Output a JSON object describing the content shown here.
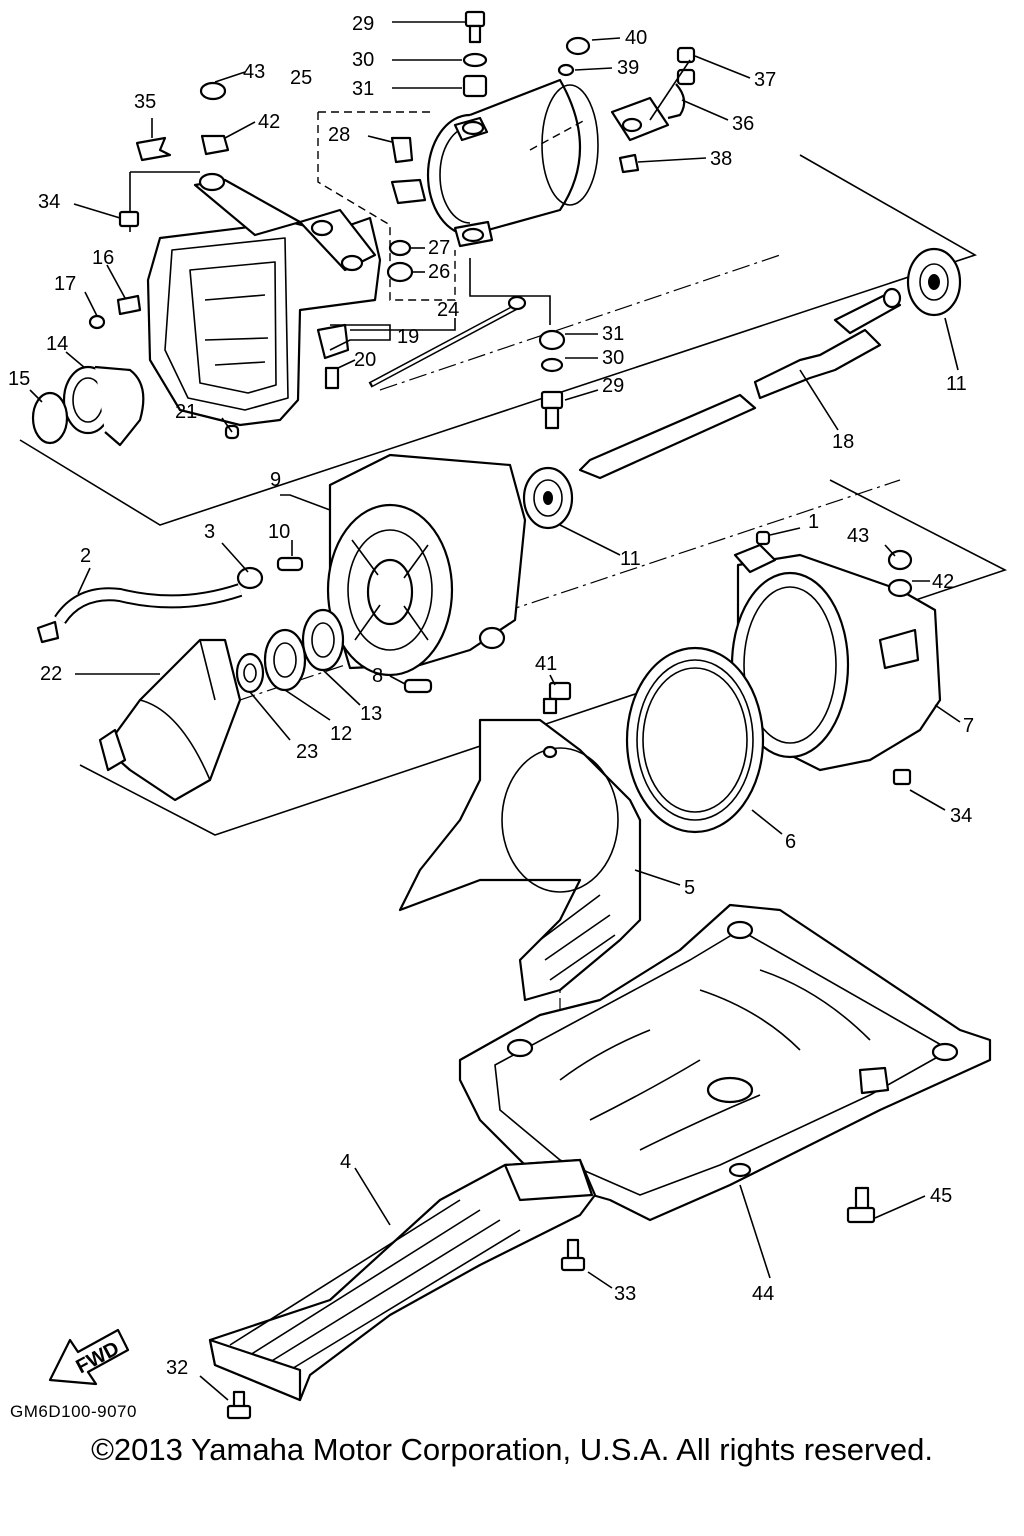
{
  "diagram_code": "GM6D100-9070",
  "copyright": "©2013 Yamaha Motor Corporation, U.S.A. All rights reserved.",
  "fwd_label": "FWD",
  "part_labels": [
    {
      "id": "29a",
      "text": "29"
    },
    {
      "id": "30a",
      "text": "30"
    },
    {
      "id": "31a",
      "text": "31"
    },
    {
      "id": "40",
      "text": "40"
    },
    {
      "id": "39",
      "text": "39"
    },
    {
      "id": "37",
      "text": "37"
    },
    {
      "id": "36",
      "text": "36"
    },
    {
      "id": "38",
      "text": "38"
    },
    {
      "id": "43a",
      "text": "43"
    },
    {
      "id": "42a",
      "text": "42"
    },
    {
      "id": "25",
      "text": "25"
    },
    {
      "id": "35",
      "text": "35"
    },
    {
      "id": "28",
      "text": "28"
    },
    {
      "id": "34a",
      "text": "34"
    },
    {
      "id": "27",
      "text": "27"
    },
    {
      "id": "26",
      "text": "26"
    },
    {
      "id": "16",
      "text": "16"
    },
    {
      "id": "17",
      "text": "17"
    },
    {
      "id": "24",
      "text": "24"
    },
    {
      "id": "14",
      "text": "14"
    },
    {
      "id": "19",
      "text": "19"
    },
    {
      "id": "31b",
      "text": "31"
    },
    {
      "id": "20",
      "text": "20"
    },
    {
      "id": "30b",
      "text": "30"
    },
    {
      "id": "15",
      "text": "15"
    },
    {
      "id": "29b",
      "text": "29"
    },
    {
      "id": "11a",
      "text": "11"
    },
    {
      "id": "21",
      "text": "21"
    },
    {
      "id": "18",
      "text": "18"
    },
    {
      "id": "9",
      "text": "9"
    },
    {
      "id": "1",
      "text": "1"
    },
    {
      "id": "3",
      "text": "3"
    },
    {
      "id": "10",
      "text": "10"
    },
    {
      "id": "43b",
      "text": "43"
    },
    {
      "id": "11b",
      "text": "11"
    },
    {
      "id": "2",
      "text": "2"
    },
    {
      "id": "42b",
      "text": "42"
    },
    {
      "id": "41",
      "text": "41"
    },
    {
      "id": "22",
      "text": "22"
    },
    {
      "id": "8",
      "text": "8"
    },
    {
      "id": "13",
      "text": "13"
    },
    {
      "id": "7",
      "text": "7"
    },
    {
      "id": "12",
      "text": "12"
    },
    {
      "id": "23",
      "text": "23"
    },
    {
      "id": "34b",
      "text": "34"
    },
    {
      "id": "6",
      "text": "6"
    },
    {
      "id": "5",
      "text": "5"
    },
    {
      "id": "4",
      "text": "4"
    },
    {
      "id": "45",
      "text": "45"
    },
    {
      "id": "33",
      "text": "33"
    },
    {
      "id": "44",
      "text": "44"
    },
    {
      "id": "32",
      "text": "32"
    }
  ]
}
